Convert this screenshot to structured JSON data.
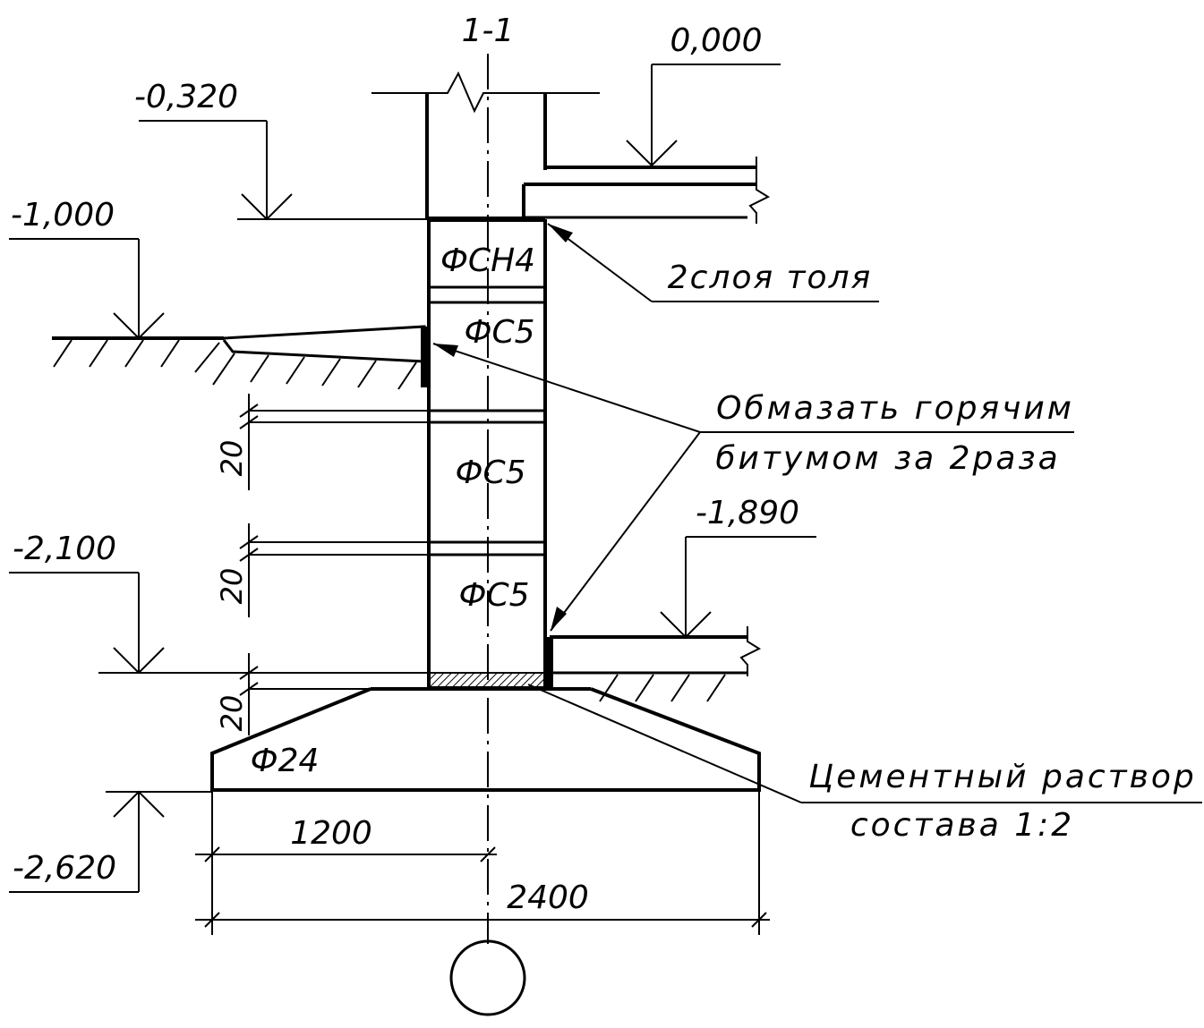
{
  "section_label": "1-1",
  "elevations": {
    "floor": "0,000",
    "plinth": "-0,320",
    "ground": "-1,000",
    "basement_floor": "-1,890",
    "block_base": "-2,100",
    "footing_base": "-2,620"
  },
  "blocks": {
    "top": "ФСН4",
    "upper": "ФС5",
    "middle": "ФС5",
    "lower": "ФС5",
    "footing": "Ф24"
  },
  "joint_dims": [
    "20",
    "20",
    "20"
  ],
  "dims": {
    "half_width": "1200",
    "full_width": "2400"
  },
  "notes": {
    "roofing": "2слоя толя",
    "bitumen_line1": "Обмазать горячим",
    "bitumen_line2": "битумом за 2раза",
    "mortar_line1": "Цементный раствор",
    "mortar_line2": "состава 1:2"
  }
}
